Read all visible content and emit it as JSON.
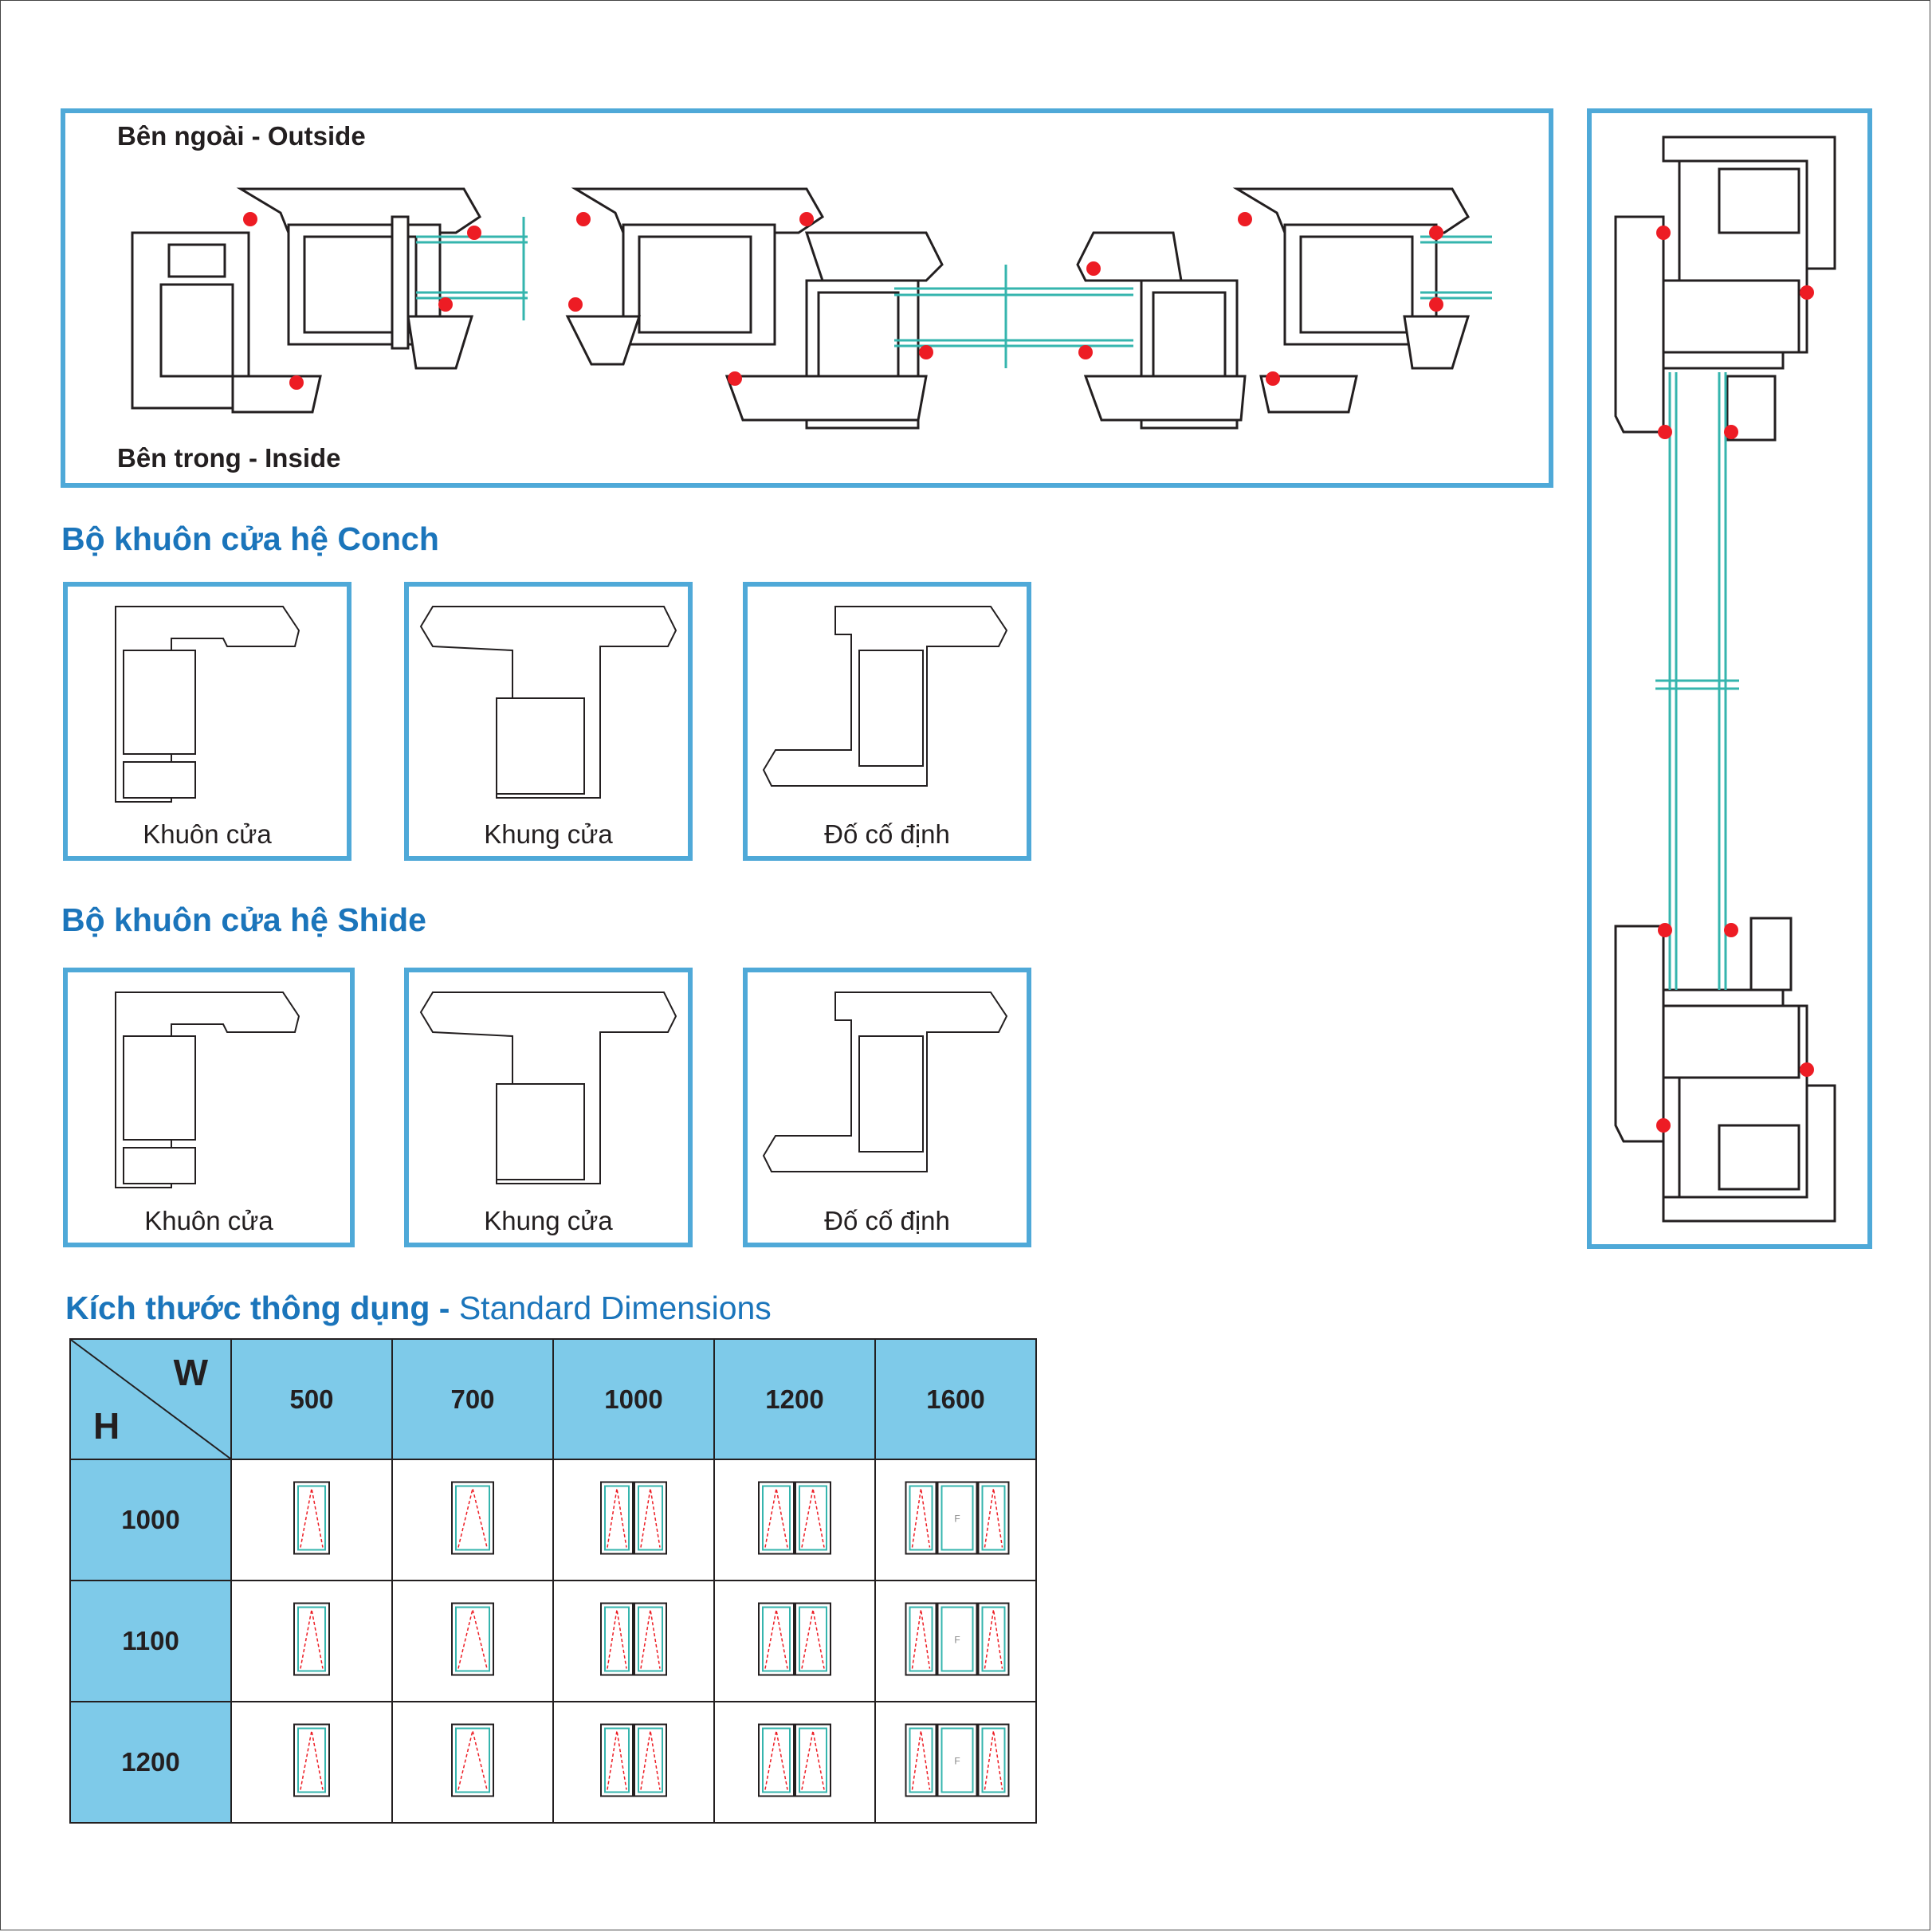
{
  "section_view": {
    "outside_label": "Bên ngoài - Outside",
    "inside_label": "Bên trong - Inside"
  },
  "conch": {
    "title": "Bộ khuôn cửa hệ Conch",
    "panels": [
      {
        "caption": "Khuôn cửa"
      },
      {
        "caption": "Khung cửa"
      },
      {
        "caption": "Đố cố định"
      }
    ]
  },
  "shide": {
    "title": "Bộ khuôn cửa hệ Shide",
    "panels": [
      {
        "caption": "Khuôn cửa"
      },
      {
        "caption": "Khung cửa"
      },
      {
        "caption": "Đố cố định"
      }
    ]
  },
  "dimensions": {
    "title_bold": "Kích thước thông dụng -",
    "title_regular": "Standard Dimensions",
    "corner_w": "W",
    "corner_h": "H",
    "widths": [
      "500",
      "700",
      "1000",
      "1200",
      "1600"
    ],
    "heights": [
      "1000",
      "1100",
      "1200"
    ],
    "fixed_pane_mark": "F",
    "sash_counts": [
      1,
      1,
      2,
      2,
      3
    ]
  },
  "colors": {
    "accent_border": "#4fa9d8",
    "heading_blue": "#1b75bb",
    "table_header": "#7ecae9",
    "gasket_red": "#ed1c24",
    "glass_cyan": "#35b5ae"
  }
}
